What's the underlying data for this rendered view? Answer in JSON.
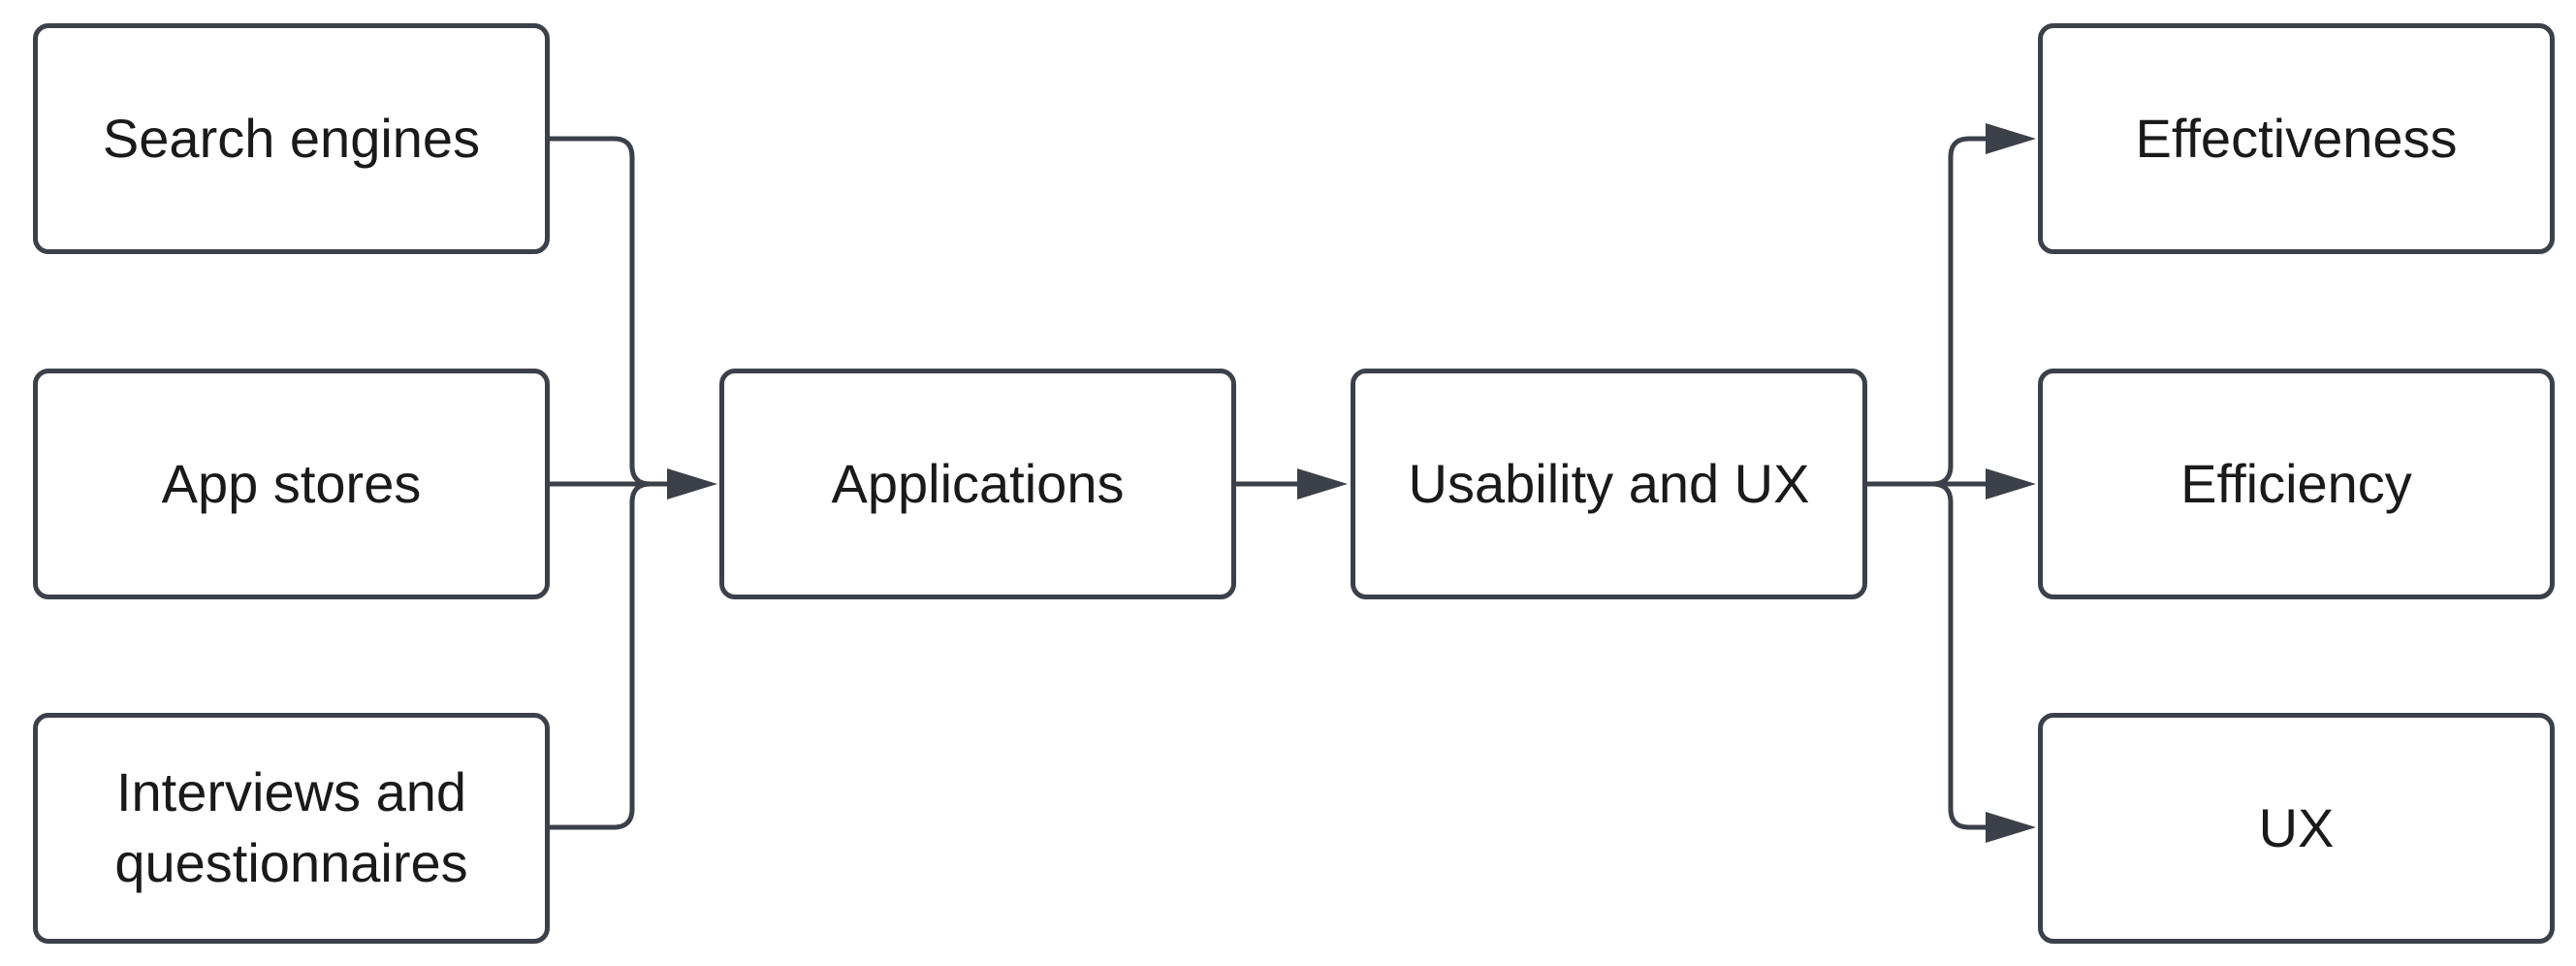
{
  "nodes": {
    "search_engines": "Search engines",
    "app_stores": "App stores",
    "interviews_line1": "Interviews and",
    "interviews_line2": "questionnaires",
    "applications": "Applications",
    "usability_ux": "Usability and UX",
    "effectiveness": "Effectiveness",
    "efficiency": "Efficiency",
    "ux": "UX"
  },
  "colors": {
    "stroke": "#3b4049",
    "text": "#1a1a1a",
    "background": "#ffffff"
  }
}
